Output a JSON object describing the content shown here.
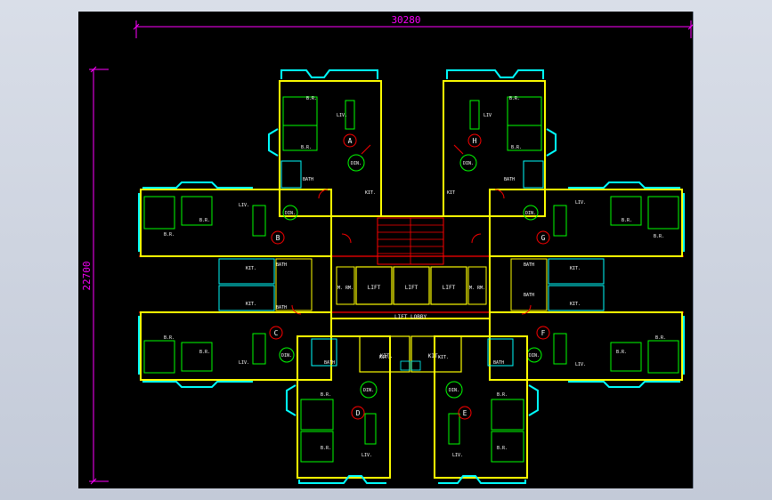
{
  "colors": {
    "background": "#000000",
    "dimension": "#ff00ff",
    "wall": "#ffff00",
    "window": "#00ffff",
    "furniture": "#00ff00",
    "door": "#ff0000",
    "label": "#ffffff"
  },
  "dimensions": {
    "width_label": "30280",
    "height_label": "22700"
  },
  "units": {
    "a": {
      "letter": "A",
      "rooms": [
        "B.R.",
        "B.R.",
        "LIV.",
        "DIN.",
        "BATH",
        "KIT."
      ]
    },
    "h": {
      "letter": "H",
      "rooms": [
        "B.R.",
        "B.R.",
        "LIV",
        "DIN.",
        "BATH",
        "KIT"
      ]
    },
    "b": {
      "letter": "B",
      "rooms": [
        "B.R.",
        "B.R.",
        "LIV.",
        "DIN.",
        "KIT.",
        "BATH"
      ]
    },
    "g": {
      "letter": "G",
      "rooms": [
        "B.R.",
        "B.R.",
        "LIV.",
        "DIN.",
        "KIT.",
        "BATH"
      ]
    },
    "c": {
      "letter": "C",
      "rooms": [
        "B.R.",
        "B.R.",
        "LIV.",
        "DIN.",
        "KIT.",
        "BATH"
      ]
    },
    "f": {
      "letter": "F",
      "rooms": [
        "B.R.",
        "B.R.",
        "LIV.",
        "DIN.",
        "KIT.",
        "BATH"
      ]
    },
    "d": {
      "letter": "D",
      "rooms": [
        "B.R.",
        "B.R.",
        "LIV.",
        "DIN.",
        "KIT.",
        "BATH"
      ]
    },
    "e": {
      "letter": "E",
      "rooms": [
        "B.R.",
        "B.R.",
        "LIV.",
        "DIN.",
        "KIT.",
        "BATH"
      ]
    }
  },
  "core": {
    "lift_labels": [
      "LIFT",
      "LIFT",
      "LIFT"
    ],
    "mrm_label": "M. RM.",
    "lift_lobby": "LIFT LOBBY",
    "kit_labels": [
      "KIT.",
      "KIT."
    ]
  }
}
